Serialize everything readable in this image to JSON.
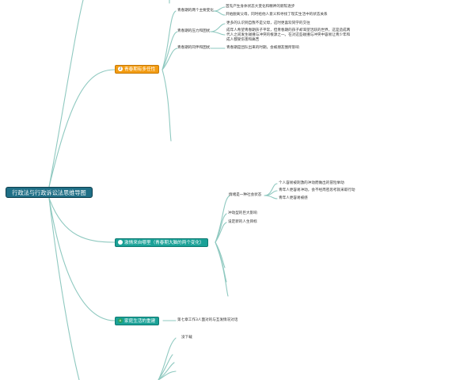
{
  "root": {
    "label": "行政法与行政诉讼法思维导图"
  },
  "colors": {
    "branch": "#8fc9c0",
    "root_bg": "#1f6f86",
    "topic_orange": "#f39c12",
    "topic_teal": "#1aa197",
    "topic_green": "#27a05a"
  },
  "topics": [
    {
      "label": "青春期有多任性",
      "icon": "2",
      "children": [
        {
          "label": "青春期的两个主要变化",
          "children": [
            {
              "label": "首先产生身体状态大变化和精神的新陈逐步"
            },
            {
              "label": "开始脱离父母，同时给他人意义和寻找了现实生活中的状态关系"
            }
          ]
        },
        {
          "label": "青春期的压力和困扰",
          "children": [
            {
              "label": "更多的认识到自我不是父母，这时更喜欢同学的交往"
            },
            {
              "label": "成年人希望青春期孩子平常，但青春期的孩子却渴望活跃的世界，这是造成两代人之间发生碰撞与冲突的根源之一。在对这些碰撞与冲突中容易让青少年和成人都受伤害和痛苦"
            }
          ]
        },
        {
          "label": "青春期的同伴和困扰",
          "children": [
            {
              "label": "青春期是团队出来的时期，会被朋友圈所影响"
            }
          ]
        }
      ]
    },
    {
      "label": "激情来自哪里（青春期大脑的两个变化）",
      "children": [
        {
          "label": "情绪是一种社会状态",
          "children": [
            {
              "label": "个人容易被刺激的冲动而做出的冒险举动"
            },
            {
              "label": "青年人更容易冲动，会不经周密思考就采取行动"
            },
            {
              "label": "青年人更容易被感"
            }
          ]
        },
        {
          "label": "冲动型的巨大影响"
        },
        {
          "label": "设定新的人生目标"
        }
      ]
    },
    {
      "label": "家庭生活的重建",
      "children": [
        {
          "label": "第七章工作3人面对的与互发情况对话"
        }
      ]
    },
    {
      "label": "",
      "children": [
        {
          "label": "没下载"
        }
      ]
    }
  ]
}
